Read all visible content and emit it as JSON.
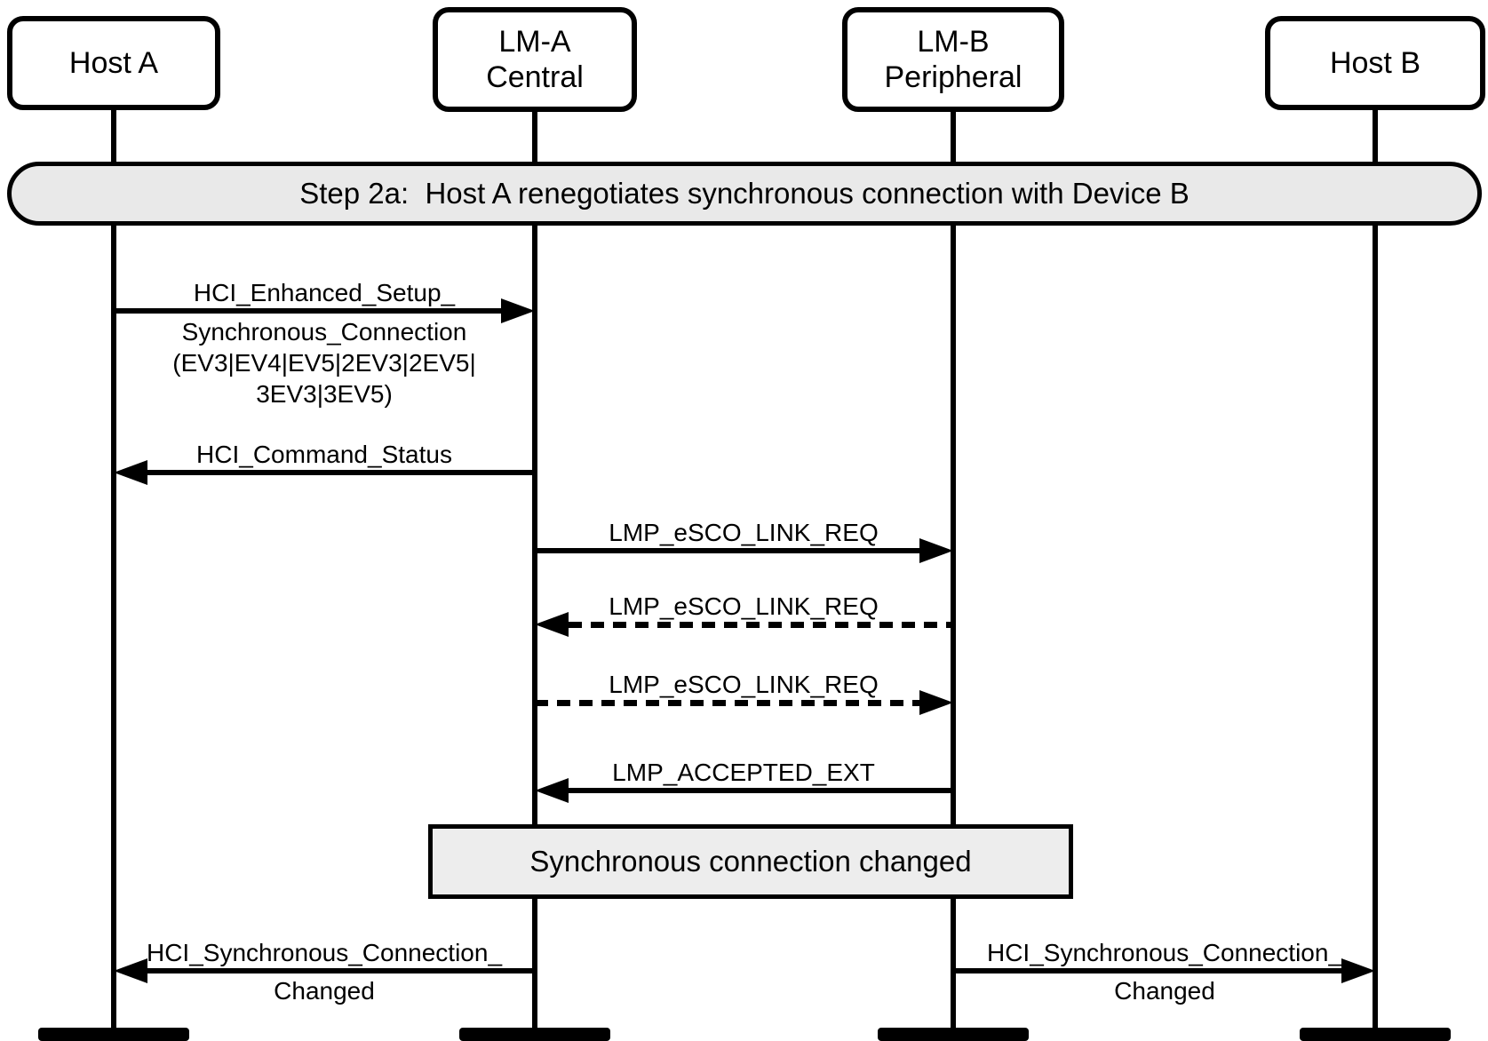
{
  "colors": {
    "ink": "#000000",
    "banner_fill": "#e9e9e9",
    "note_fill": "#ededed",
    "background": "#ffffff"
  },
  "actors": [
    {
      "label": "Host A"
    },
    {
      "label": "LM-A\nCentral"
    },
    {
      "label": "LM-B\nPeripheral"
    },
    {
      "label": "Host B"
    }
  ],
  "banner": {
    "text": "Step 2a:  Host A renegotiates synchronous connection with Device B"
  },
  "messages": [
    {
      "from": "Host A",
      "to": "LM-A Central",
      "style": "solid",
      "label_above": "HCI_Enhanced_Setup_",
      "label_below": "Synchronous_Connection\n(EV3|EV4|EV5|2EV3|2EV5|\n3EV3|3EV5)"
    },
    {
      "from": "LM-A Central",
      "to": "Host A",
      "style": "solid",
      "label_above": "HCI_Command_Status"
    },
    {
      "from": "LM-A Central",
      "to": "LM-B Peripheral",
      "style": "solid",
      "label_above": "LMP_eSCO_LINK_REQ"
    },
    {
      "from": "LM-B Peripheral",
      "to": "LM-A Central",
      "style": "dashed",
      "label_above": "LMP_eSCO_LINK_REQ"
    },
    {
      "from": "LM-A Central",
      "to": "LM-B Peripheral",
      "style": "dashed",
      "label_above": "LMP_eSCO_LINK_REQ"
    },
    {
      "from": "LM-B Peripheral",
      "to": "LM-A Central",
      "style": "solid",
      "label_above": "LMP_ACCEPTED_EXT"
    },
    {
      "from": "LM-A Central",
      "to": "Host A",
      "style": "solid",
      "label_above": "HCI_Synchronous_Connection_",
      "label_below": "Changed"
    },
    {
      "from": "LM-B Peripheral",
      "to": "Host B",
      "style": "solid",
      "label_above": "HCI_Synchronous_Connection_",
      "label_below": "Changed"
    }
  ],
  "note": {
    "text": "Synchronous connection changed"
  }
}
